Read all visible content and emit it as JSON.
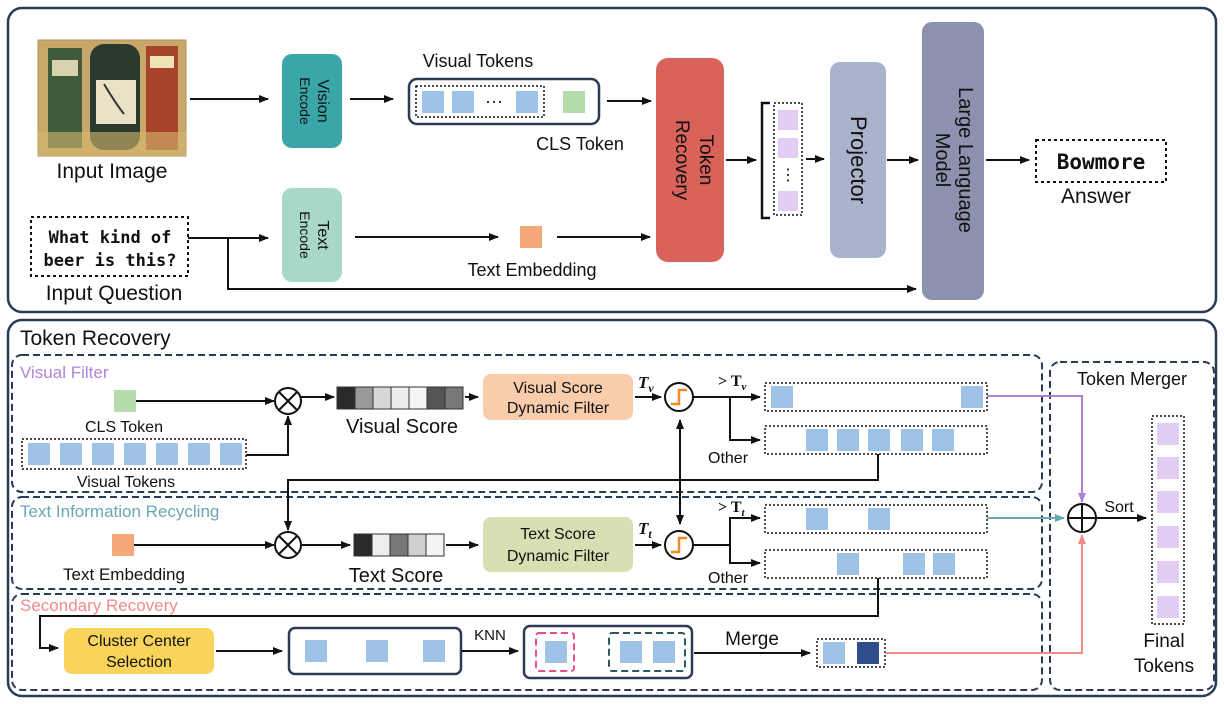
{
  "top": {
    "input_image_label": "Input Image",
    "input_question_label": "Input Question",
    "question_line1": "What kind of",
    "question_line2": "beer is this?",
    "vision_encode_line1": "Vision",
    "vision_encode_line2": "Encode",
    "text_encode_line1": "Text",
    "text_encode_line2": "Encode",
    "visual_tokens_label": "Visual Tokens",
    "cls_token_label": "CLS Token",
    "ellipsis": "···",
    "vertical_ellipsis": "⋮",
    "text_embedding_label": "Text Embedding",
    "token_recovery_line1": "Token",
    "token_recovery_line2": "Recovery",
    "projector_label": "Projector",
    "llm_line1": "Large Language",
    "llm_line2": "Model",
    "answer_value": "Bowmore",
    "answer_label": "Answer"
  },
  "bottom": {
    "title": "Token Recovery",
    "visual_filter_title": "Visual Filter",
    "cls_token_label": "CLS Token",
    "visual_tokens_label": "Visual Tokens",
    "visual_score_label": "Visual Score",
    "visual_dynamic_filter_line1": "Visual Score",
    "visual_dynamic_filter_line2": "Dynamic Filter",
    "tv_symbol": "T",
    "tv_sub": "v",
    "gt_tv": "> T",
    "other_label": "Other",
    "text_recycling_title": "Text Information Recycling",
    "text_embedding_label": "Text Embedding",
    "text_score_label": "Text Score",
    "text_dynamic_filter_line1": "Text Score",
    "text_dynamic_filter_line2": "Dynamic Filter",
    "tt_symbol": "T",
    "tt_sub": "t",
    "secondary_title": "Secondary Recovery",
    "cluster_line1": "Cluster Center",
    "cluster_line2": "Selection",
    "knn_label": "KNN",
    "merge_label": "Merge",
    "token_merger_title": "Token Merger",
    "sort_label": "Sort",
    "final_line1": "Final",
    "final_line2": "Tokens"
  },
  "colors": {
    "frame": "#2b3a55",
    "vision_encode": "#3aa6a8",
    "text_encode": "#a8d8c8",
    "token_recovery": "#d9625b",
    "projector": "#a9b4cc",
    "llm": "#8c92ad",
    "visual_token": "#9ec3e6",
    "cls_token": "#b6dcae",
    "text_embedding": "#f5a97a",
    "out_token": "#e2cef2",
    "visual_filter_title": "#b083d9",
    "text_recycling_title": "#6aa7b5",
    "secondary_title": "#f08b8b",
    "visual_filter_box": "#f9ccab",
    "text_filter_box": "#d8dfb3",
    "cluster_box": "#f9d35a",
    "merge_purple": "#b07ed6",
    "merge_teal": "#6aa7b5",
    "merge_pink": "#f08b8b",
    "knn_pink": "#e94d8c",
    "knn_teal": "#2d5b5b",
    "merged_dark": "#2d4d8c"
  },
  "icons": [
    "multiply-icon",
    "plus-circle-icon",
    "step-threshold-icon",
    "photo-beer-bottle"
  ]
}
